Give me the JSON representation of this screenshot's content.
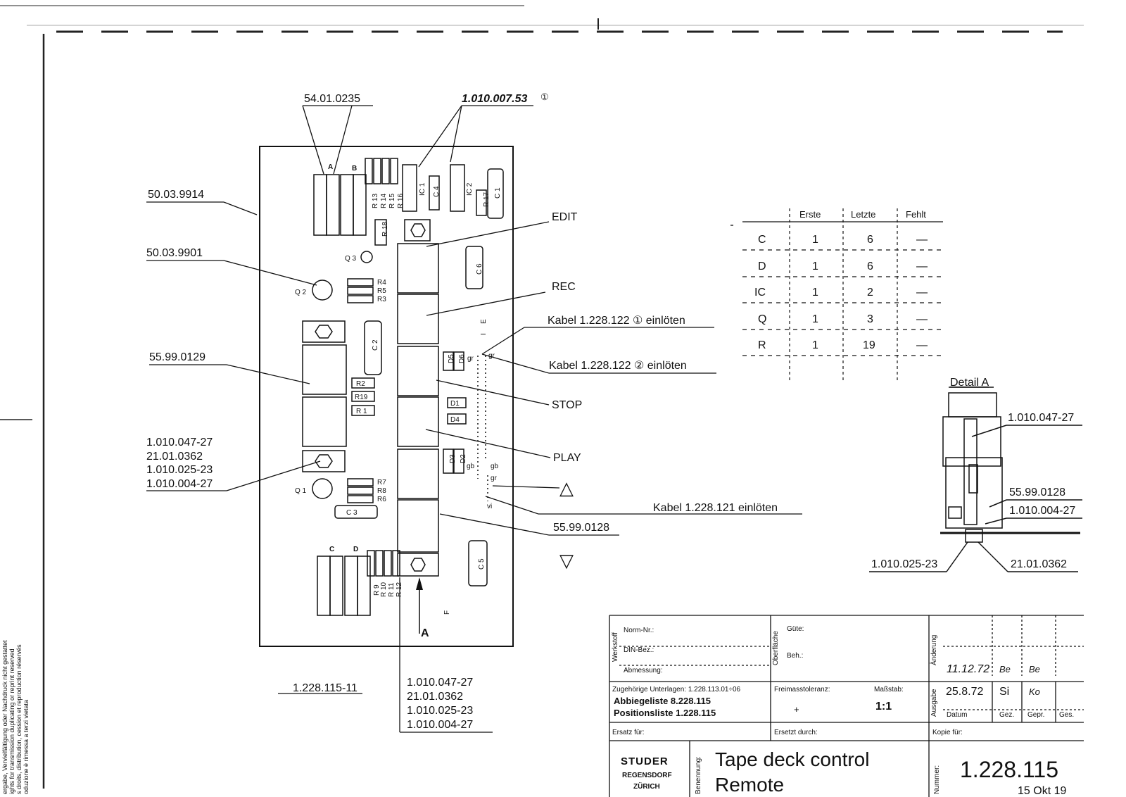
{
  "drawing": {
    "top_labels": {
      "part_a": "54.01.0235",
      "part_b": "1.010.007.53",
      "part_b_mark": "①"
    },
    "left_labels": {
      "l1": "50.03.9914",
      "l2": "50.03.9901",
      "l3": "55.99.0129",
      "stack": [
        "1.010.047-27",
        "21.01.0362",
        "1.010.025-23",
        "1.010.004-27"
      ]
    },
    "bottom_labels": {
      "drawing_no": "1.228.115-11",
      "stack": [
        "1.010.047-27",
        "21.01.0362",
        "1.010.025-23",
        "1.010.004-27"
      ],
      "arrow_label": "A"
    },
    "right_labels": {
      "edit": "EDIT",
      "rec": "REC",
      "kabel1": "Kabel 1.228.122 ① einlöten",
      "kabel2": "Kabel 1.228.122 ② einlöten",
      "stop": "STOP",
      "play": "PLAY",
      "kabel3": "Kabel 1.228.121 einlöten",
      "part": "55.99.0128"
    },
    "components": {
      "conn_a": "A",
      "conn_b": "B",
      "conn_c": "C",
      "conn_d": "D",
      "ic1": "IC 1",
      "ic2": "IC 2",
      "c4": "C 4",
      "c1": "C 1",
      "c2": "C 2",
      "c3": "C 3",
      "c5": "C 5",
      "c6": "C 6",
      "r13": "R 13",
      "r14": "R 14",
      "r15": "R 15",
      "r16": "R 16",
      "r17": "R 17",
      "r18": "R 18",
      "r4": "R4",
      "r5": "R5",
      "r3": "R3",
      "r2": "R2",
      "r19": "R19",
      "r1": "R 1",
      "r7": "R7",
      "r8": "R8",
      "r6": "R6",
      "r9": "R 9",
      "r10": "R 10",
      "r11": "R 11",
      "r12": "R 12",
      "q1": "Q 1",
      "q2": "Q 2",
      "q3": "Q 3",
      "d1": "D1",
      "d2": "D2",
      "d3": "D3",
      "d4": "D4",
      "d5": "D5",
      "d6": "D6",
      "gr1": "gr",
      "gr2": "gr",
      "gr3": "gr",
      "gb1": "gb",
      "gb2": "gb",
      "vi": "vi",
      "e": "E",
      "i": "I",
      "f": "F"
    },
    "symbols": {
      "triangle_up": "△",
      "triangle_down": "▽"
    }
  },
  "count_table": {
    "headers": [
      "",
      "Erste",
      "Letzte",
      "Fehlt"
    ],
    "rows": [
      [
        "C",
        "1",
        "6",
        "—"
      ],
      [
        "D",
        "1",
        "6",
        "—"
      ],
      [
        "IC",
        "1",
        "2",
        "—"
      ],
      [
        "Q",
        "1",
        "3",
        "—"
      ],
      [
        "R",
        "1",
        "19",
        "—"
      ]
    ]
  },
  "detail_a": {
    "title": "Detail A",
    "labels": [
      "1.010.047-27",
      "55.99.0128",
      "1.010.004-27",
      "1.010.025-23",
      "21.01.0362"
    ]
  },
  "title_block": {
    "werkstoff": "Werkstoff",
    "norm_nr": "Norm-Nr.:",
    "din_bez": "DIN-Bez.:",
    "abmessung": "Abmessung:",
    "oberflaeche": "Oberfläche",
    "guete": "Güte:",
    "beh": "Beh.:",
    "aenderung": "Änderung",
    "zug_unterlagen": "Zugehörige Unterlagen: 1.228.113.01÷06",
    "abbiegeliste": "Abbiegeliste   8.228.115",
    "positionsliste": "Positionsliste 1.228.115",
    "freimass": "Freimasstoleranz:",
    "freimass_val": "+",
    "massstab": "Maßstab:",
    "massstab_val": "1:1",
    "ausgabe": "Ausgabe",
    "rev_date": "11.12.72",
    "rev_a": "Be",
    "rev_b": "Be",
    "issue_date": "25.8.72",
    "gez_val": "Si",
    "gepr_val": "Ko",
    "datum": "Datum",
    "gez": "Gez.",
    "gepr": "Gepr.",
    "ges": "Ges.",
    "ersatz_fuer": "Ersatz für:",
    "ersetzt_durch": "Ersetzt durch:",
    "kopie_fuer": "Kopie für:",
    "company": "STUDER",
    "company_city": "REGENSDORF",
    "company_city2": "ZÜRICH",
    "benennung": "Benennung:",
    "title_line1": "Tape deck control",
    "title_line2": "Remote",
    "nummer": "Nummer:",
    "number": "1.228.115",
    "stamp": "15 Okt 19"
  },
  "margin_note": [
    "ergabe, Vervielfältigung oder Nachdruck nicht gestattet",
    "ights for transmission duplicating or reprint reserved",
    "s droits, distribution, cession et reproduction réservés",
    "oduzione è rimessa a terzi vietata"
  ]
}
